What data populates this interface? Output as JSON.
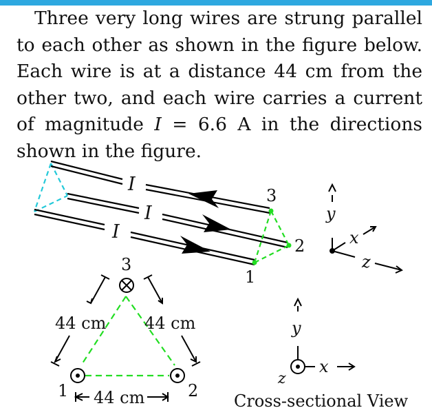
{
  "colors": {
    "accent_bar": "#2ea8e0",
    "triangle_top": "#23c9d9",
    "triangle_end": "#22dd22",
    "wire": "#000000"
  },
  "problem": {
    "s1": "Three very long wires are strung parallel to each other as shown in the figure below. Each wire is at a distance 44 cm from the other two, and each wire carries a current of magnitude ",
    "var": "I",
    "s2": " = 6.6 A in the directions shown in the figure."
  },
  "figure": {
    "current_label": "I",
    "wire_numbers": {
      "w1": "1",
      "w2": "2",
      "w3": "3"
    },
    "axes_3d": {
      "y": "y",
      "x": "x",
      "z": "z"
    },
    "cross_section": {
      "distance_left": "44 cm",
      "distance_right": "44 cm",
      "distance_bottom": "44 cm",
      "label_1": "1",
      "label_2": "2",
      "label_3": "3",
      "axis_y": "y",
      "axis_x": "x",
      "axis_z": "z",
      "caption": "Cross-sectional View"
    }
  }
}
